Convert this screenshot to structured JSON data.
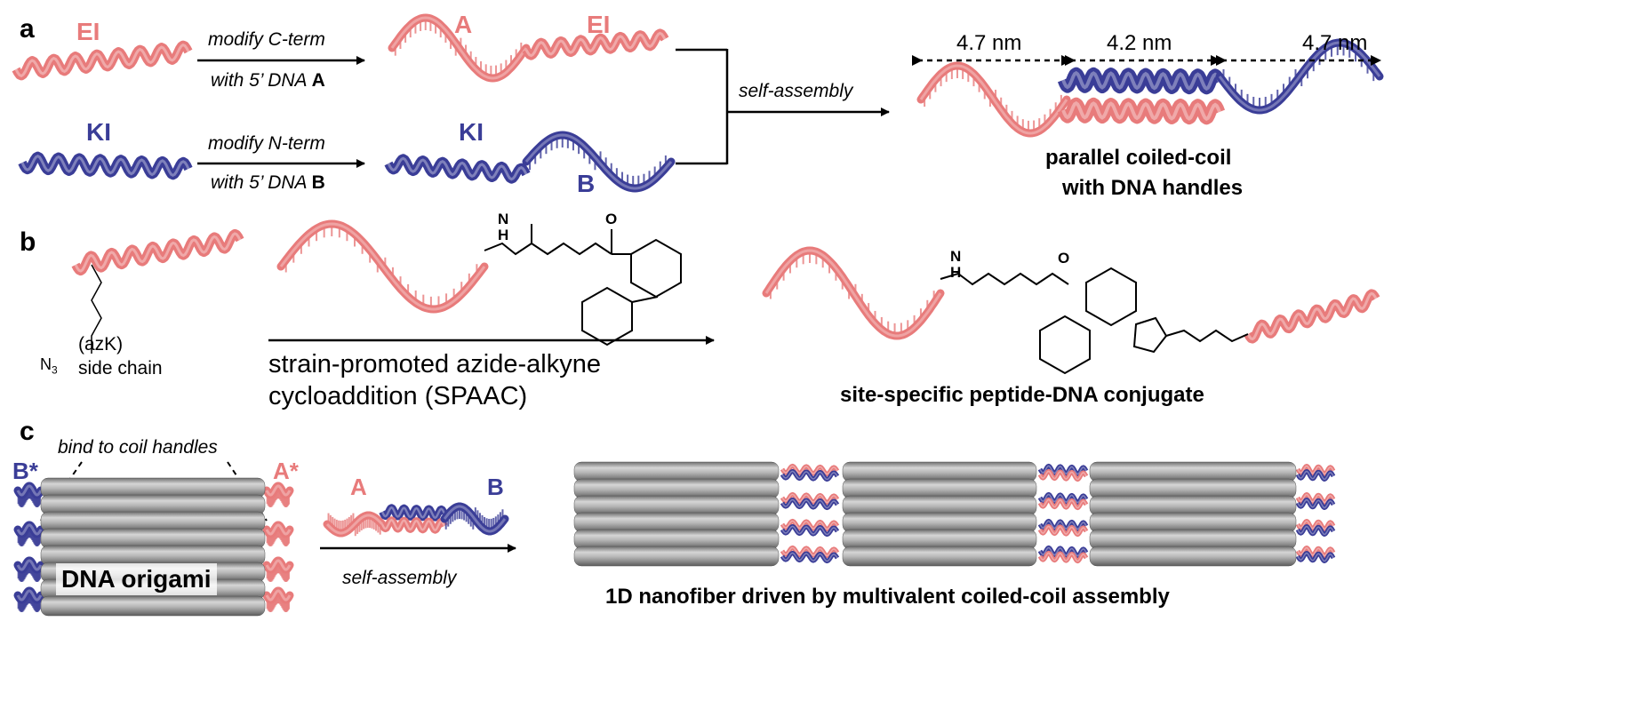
{
  "panel_labels": {
    "a": "a",
    "b": "b",
    "c": "c"
  },
  "colors": {
    "pink": "#e87b7b",
    "blue": "#3a3d97",
    "gray": "#9a9a9a"
  },
  "panel_a": {
    "el_label": "EI",
    "ki_label": "KI",
    "arrow1_line1": "modify C-term",
    "arrow1_line2": "with 5’ DNA ",
    "arrow1_bold": "A",
    "arrow2_line1": "modify N-term",
    "arrow2_line2": "with 5’ DNA ",
    "arrow2_bold": "B",
    "product1_a": "A",
    "product1_el": "EI",
    "product2_ki": "KI",
    "product2_b": "B",
    "self_assembly": "self-assembly",
    "dist_left": "4.7 nm",
    "dist_mid": "4.2 nm",
    "dist_right": "4.7 nm",
    "caption_line1": "parallel coiled-coil",
    "caption_line2": "with DNA handles"
  },
  "panel_b": {
    "azk": "(azK)",
    "side_chain": "side chain",
    "n3": "N",
    "n3_sub": "3",
    "reaction_line1": "strain-promoted azide-alkyne",
    "reaction_line2": "cycloaddition (SPAAC)",
    "caption": "site-specific peptide-DNA conjugate",
    "atom_h": "H",
    "atom_n": "N",
    "atom_o": "O"
  },
  "panel_c": {
    "bind_label": "bind to coil handles",
    "b_star": "B*",
    "a_star": "A*",
    "origami_label": "DNA origami",
    "a_label": "A",
    "b_label": "B",
    "self_assembly": "self-assembly",
    "caption": "1D nanofiber driven by multivalent coiled-coil assembly"
  }
}
